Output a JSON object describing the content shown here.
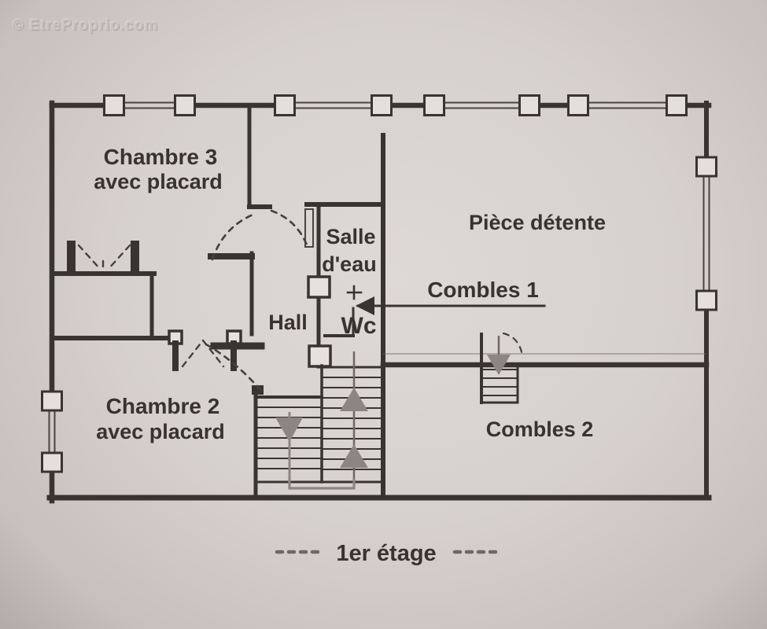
{
  "watermark": "© EtreProprio.com",
  "caption": {
    "floor_label": "1er étage"
  },
  "rooms": {
    "chambre3": {
      "line1": "Chambre 3",
      "line2": "avec placard"
    },
    "chambre2": {
      "line1": "Chambre 2",
      "line2": "avec placard"
    },
    "salle_deau": {
      "line1": "Salle",
      "line2": "d'eau"
    },
    "hall": {
      "label": "Hall"
    },
    "wc": {
      "label": "Wc"
    },
    "piece_detente": {
      "label": "Pièce détente"
    },
    "combles1": {
      "label": "Combles 1"
    },
    "combles2": {
      "label": "Combles 2"
    }
  },
  "colors": {
    "wall": "#3a3431",
    "paper": "#d9d3cf",
    "stair_arrow_gray": "#8d8583",
    "text": "#383231",
    "watermark": "#c9c2bf"
  }
}
